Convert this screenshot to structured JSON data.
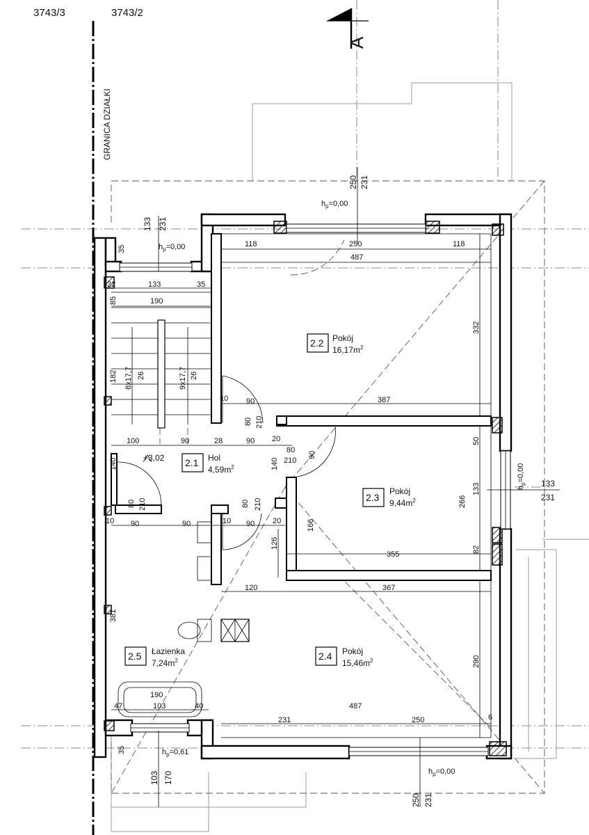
{
  "header": {
    "parcel_left": "3743/3",
    "parcel_right": "3743/2",
    "boundary_label": "GRANICA DZIAŁKI",
    "section_marker": "A"
  },
  "rooms": [
    {
      "number": "2.1",
      "name": "Hol",
      "area": "4,59m",
      "sup": "2"
    },
    {
      "number": "2.2",
      "name": "Pokój",
      "area": "16,17m",
      "sup": "2"
    },
    {
      "number": "2.3",
      "name": "Pokój",
      "area": "9,44m",
      "sup": "2"
    },
    {
      "number": "2.4",
      "name": "Pokój",
      "area": "15,46m",
      "sup": "2"
    },
    {
      "number": "2.5",
      "name": "Łazienka",
      "area": "7,24m",
      "sup": "2"
    }
  ],
  "level_mark": "+3,02",
  "windows": [
    {
      "hp": "h",
      "sub": "p",
      "val": "=0,00",
      "top": "250",
      "bottom": "231"
    },
    {
      "hp": "h",
      "sub": "p",
      "val": "=0,00",
      "top": "133",
      "bottom": "231"
    },
    {
      "hp": "h",
      "sub": "p",
      "val": "=0,00",
      "top": "133",
      "bottom": "231"
    },
    {
      "hp": "h",
      "sub": "p",
      "val": "=0,61",
      "top": "103",
      "bottom": "170"
    },
    {
      "hp": "h",
      "sub": "p",
      "val": "=0,00",
      "top": "250",
      "bottom": "231"
    }
  ],
  "dims": {
    "d118a": "118",
    "d250a": "250",
    "d118b": "118",
    "d487a": "487",
    "d332": "332",
    "d35a": "35",
    "d22": "22",
    "d133a": "133",
    "d35b": "35",
    "d85": "85",
    "d190a": "190",
    "d182": "182",
    "d8x177": "8x17,7",
    "d26a": "26",
    "d9x177": "9x17,7",
    "d26b": "26",
    "d10a": "10",
    "d90a": "90",
    "d387": "387",
    "d80a": "80",
    "d210a": "210",
    "d100": "100",
    "d90b": "90",
    "d28": "28",
    "d90c": "90",
    "d20a": "20",
    "d80b": "80",
    "d210b": "210",
    "d90d": "90",
    "d50": "50",
    "d140a": "140",
    "d140b": "140",
    "d266": "266",
    "d133b": "133",
    "d80c": "80",
    "d210c": "210",
    "d80d": "80",
    "d210d": "210",
    "d10b": "10",
    "d90e": "90",
    "d90f": "90",
    "d20b": "20",
    "d166": "166",
    "d126": "126",
    "d355": "355",
    "d82": "82",
    "d120": "120",
    "d367": "367",
    "d381": "381",
    "d290": "290",
    "d190b": "190",
    "d47": "47",
    "d103": "103",
    "d40": "40",
    "d487b": "487",
    "d231": "231",
    "d250b": "250",
    "d6": "6",
    "d35c": "35"
  }
}
